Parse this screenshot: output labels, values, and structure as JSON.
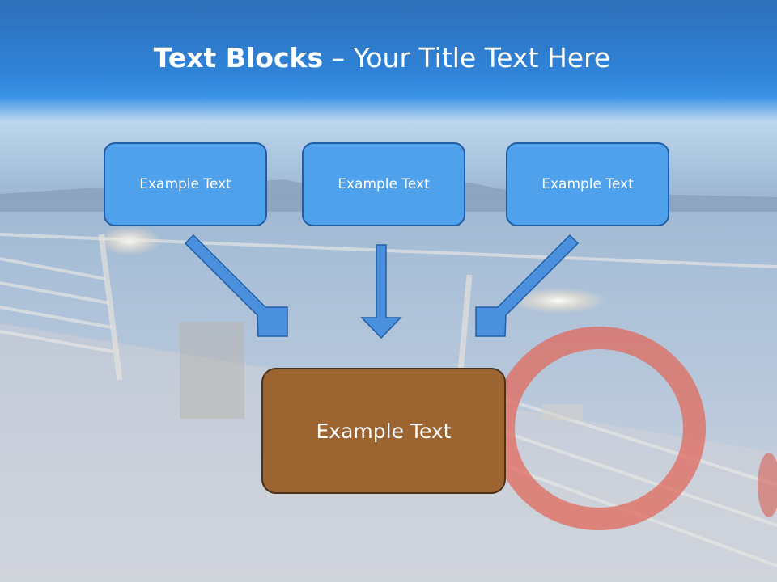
{
  "title": {
    "bold": "Text Blocks",
    "dash": " – ",
    "rest": "Your Title Text Here"
  },
  "boxes": {
    "top_left": "Example Text",
    "top_center": "Example Text",
    "top_right": "Example Text",
    "bottom": "Example Text"
  },
  "colors": {
    "header_blue": "#2f83d8",
    "box_fill": "#4ea1ea",
    "box_border": "#1f5fa8",
    "center_box_fill": "#9b6430",
    "arrow_fill": "#4a90dd"
  }
}
